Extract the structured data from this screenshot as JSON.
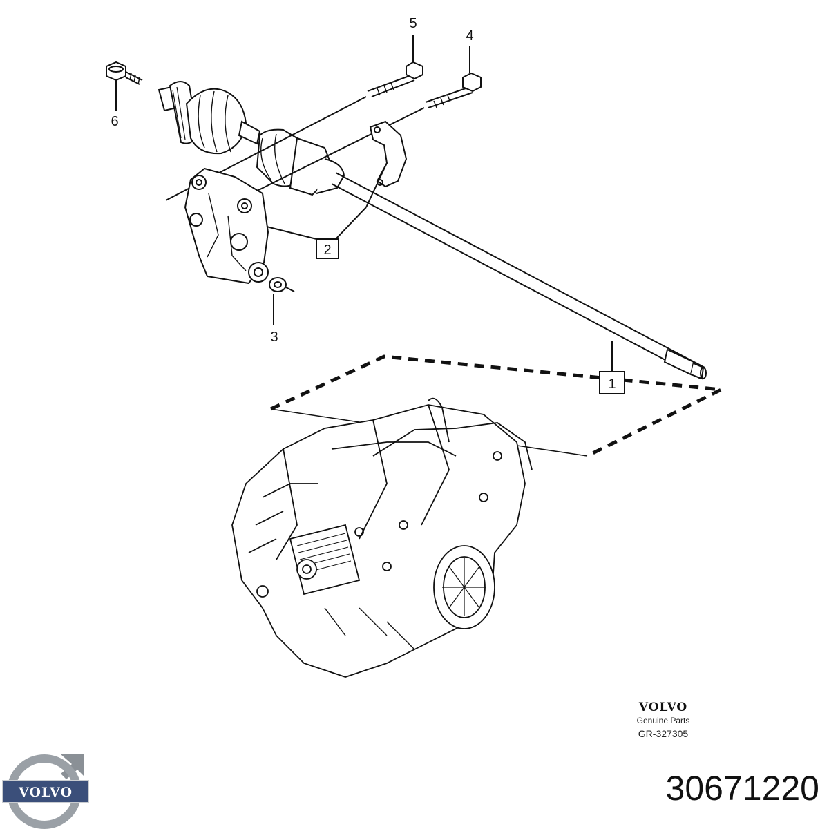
{
  "diagram": {
    "callouts": [
      {
        "id": "1",
        "boxed": true
      },
      {
        "id": "2",
        "boxed": true
      },
      {
        "id": "3",
        "boxed": false
      },
      {
        "id": "4",
        "boxed": false
      },
      {
        "id": "5",
        "boxed": false
      },
      {
        "id": "6",
        "boxed": false
      }
    ]
  },
  "brand": {
    "name": "VOLVO",
    "subtitle": "Genuine Parts",
    "reference": "GR-327305"
  },
  "logo": {
    "text": "VOLVO",
    "colors": {
      "ring": "#9aa0a6",
      "band": "#3b4f7a",
      "arrow": "#8a9096"
    }
  },
  "part_number": "30671220"
}
